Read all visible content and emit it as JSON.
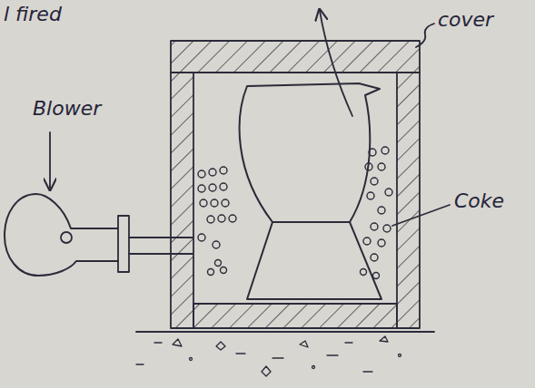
{
  "diagram": {
    "labels": [
      "l fired",
      "Blower",
      "cover",
      "Coke"
    ]
  }
}
